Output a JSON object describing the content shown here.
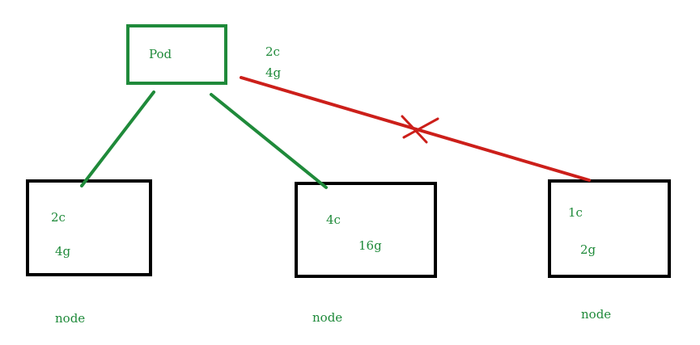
{
  "colors": {
    "green": "#1f8a3a",
    "red": "#cc1f1a",
    "black": "#000000"
  },
  "pod": {
    "label": "Pod",
    "cpu": "2c",
    "mem": "4g"
  },
  "nodes": [
    {
      "cpu": "2c",
      "mem": "4g",
      "label": "node",
      "fits": true
    },
    {
      "cpu": "4c",
      "mem": "16g",
      "label": "node",
      "fits": true
    },
    {
      "cpu": "1c",
      "mem": "2g",
      "label": "node",
      "fits": false
    }
  ]
}
